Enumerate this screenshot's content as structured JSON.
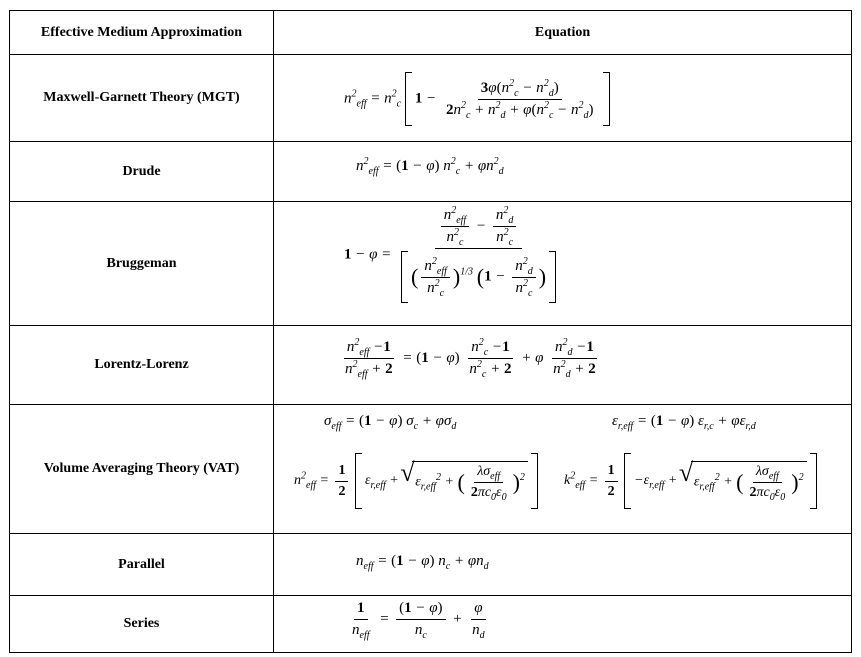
{
  "table": {
    "headers": [
      "Effective Medium Approximation",
      "Equation"
    ],
    "rows": [
      {
        "name": "Maxwell-Garnett Theory (MGT)"
      },
      {
        "name": "Drude"
      },
      {
        "name": "Bruggeman"
      },
      {
        "name": "Lorentz-Lorenz"
      },
      {
        "name": "Volume Averaging Theory (VAT)"
      },
      {
        "name": "Parallel"
      },
      {
        "name": "Series"
      }
    ]
  }
}
